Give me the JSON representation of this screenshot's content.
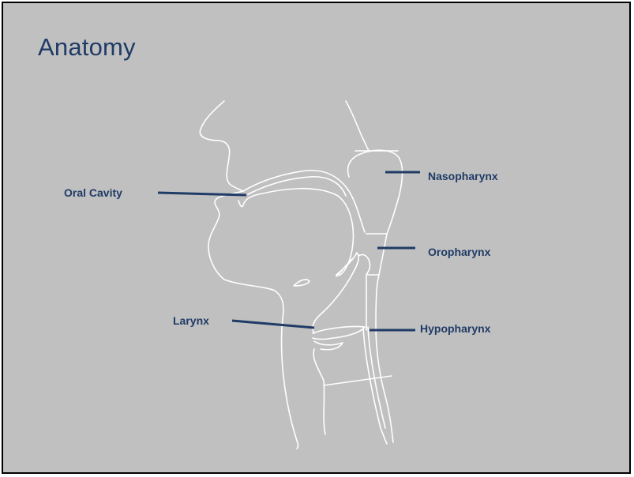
{
  "slide": {
    "title": "Anatomy",
    "background_color": "#c0c0c0",
    "accent_color": "#1f3b66",
    "line_color": "#ffffff"
  },
  "labels": {
    "oral_cavity": "Oral Cavity",
    "nasopharynx": "Nasopharynx",
    "oropharynx": "Oropharynx",
    "larynx": "Larynx",
    "hypopharynx": "Hypopharynx"
  }
}
